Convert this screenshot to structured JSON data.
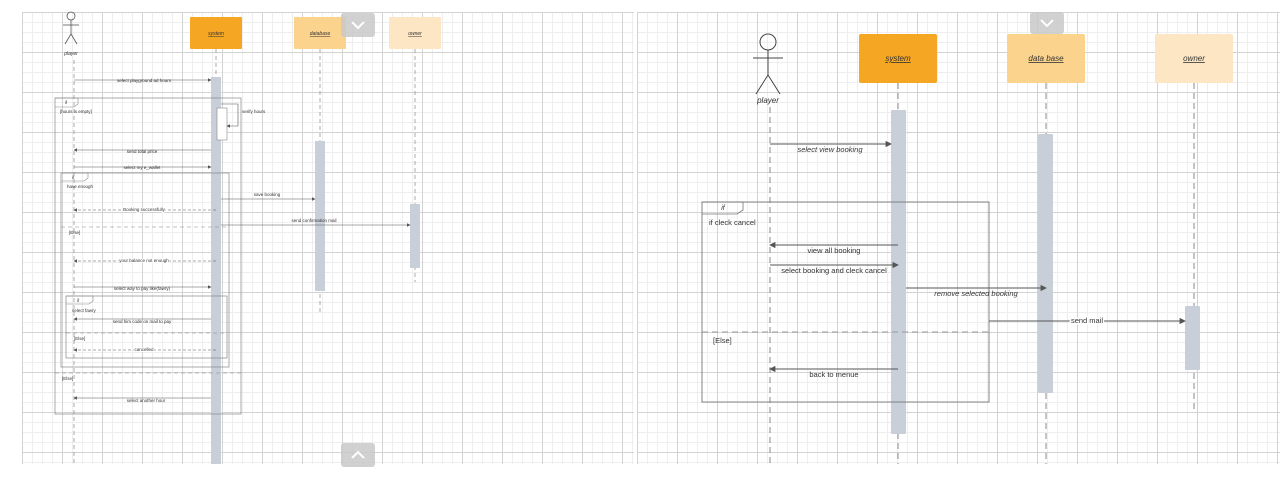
{
  "left": {
    "participants": {
      "player": "player",
      "system": "system",
      "database": "database",
      "owner": "owner"
    },
    "messages": {
      "m1": "select playground ad hours",
      "m2": "verify hours",
      "m3": "send total price",
      "m4": "select my e_wallet",
      "m5": "save booking",
      "m6": "Booking successfully",
      "m7": "send confirmation mail",
      "m8": "your balance  not enough",
      "m9": "select way to pay like(fawry)",
      "m10": "send him code on mail to pay",
      "m11": "cancelled",
      "m12": "select another hour"
    },
    "fragments": {
      "outer_if": "if",
      "outer_guard": "[hours is empty]",
      "mid_if": "if",
      "mid_guard": "have enough",
      "mid_else": "[Else]",
      "inner_if": "if",
      "inner_guard": "select fawry",
      "inner_else": "[Else]",
      "outer_else": "[Else]"
    }
  },
  "right": {
    "participants": {
      "player": "player",
      "system": "system",
      "database": "data base",
      "owner": "owner"
    },
    "messages": {
      "m1": "select view booking",
      "m2": "view all booking",
      "m3": "select booking and cleck cancel",
      "m4": "remove selected booking",
      "m5": "send mail",
      "m6": "back to menue"
    },
    "fragments": {
      "if_label": "if",
      "guard": "if cleck cancel",
      "else": "[Else]"
    }
  },
  "colors": {
    "system": "#f5a623",
    "database": "#fbd38d",
    "owner": "#fde6c4",
    "activation": "#c9cfd9",
    "line": "#555555"
  },
  "icons": {
    "collapse": "chevron-down-icon",
    "expand": "chevron-up-icon"
  }
}
